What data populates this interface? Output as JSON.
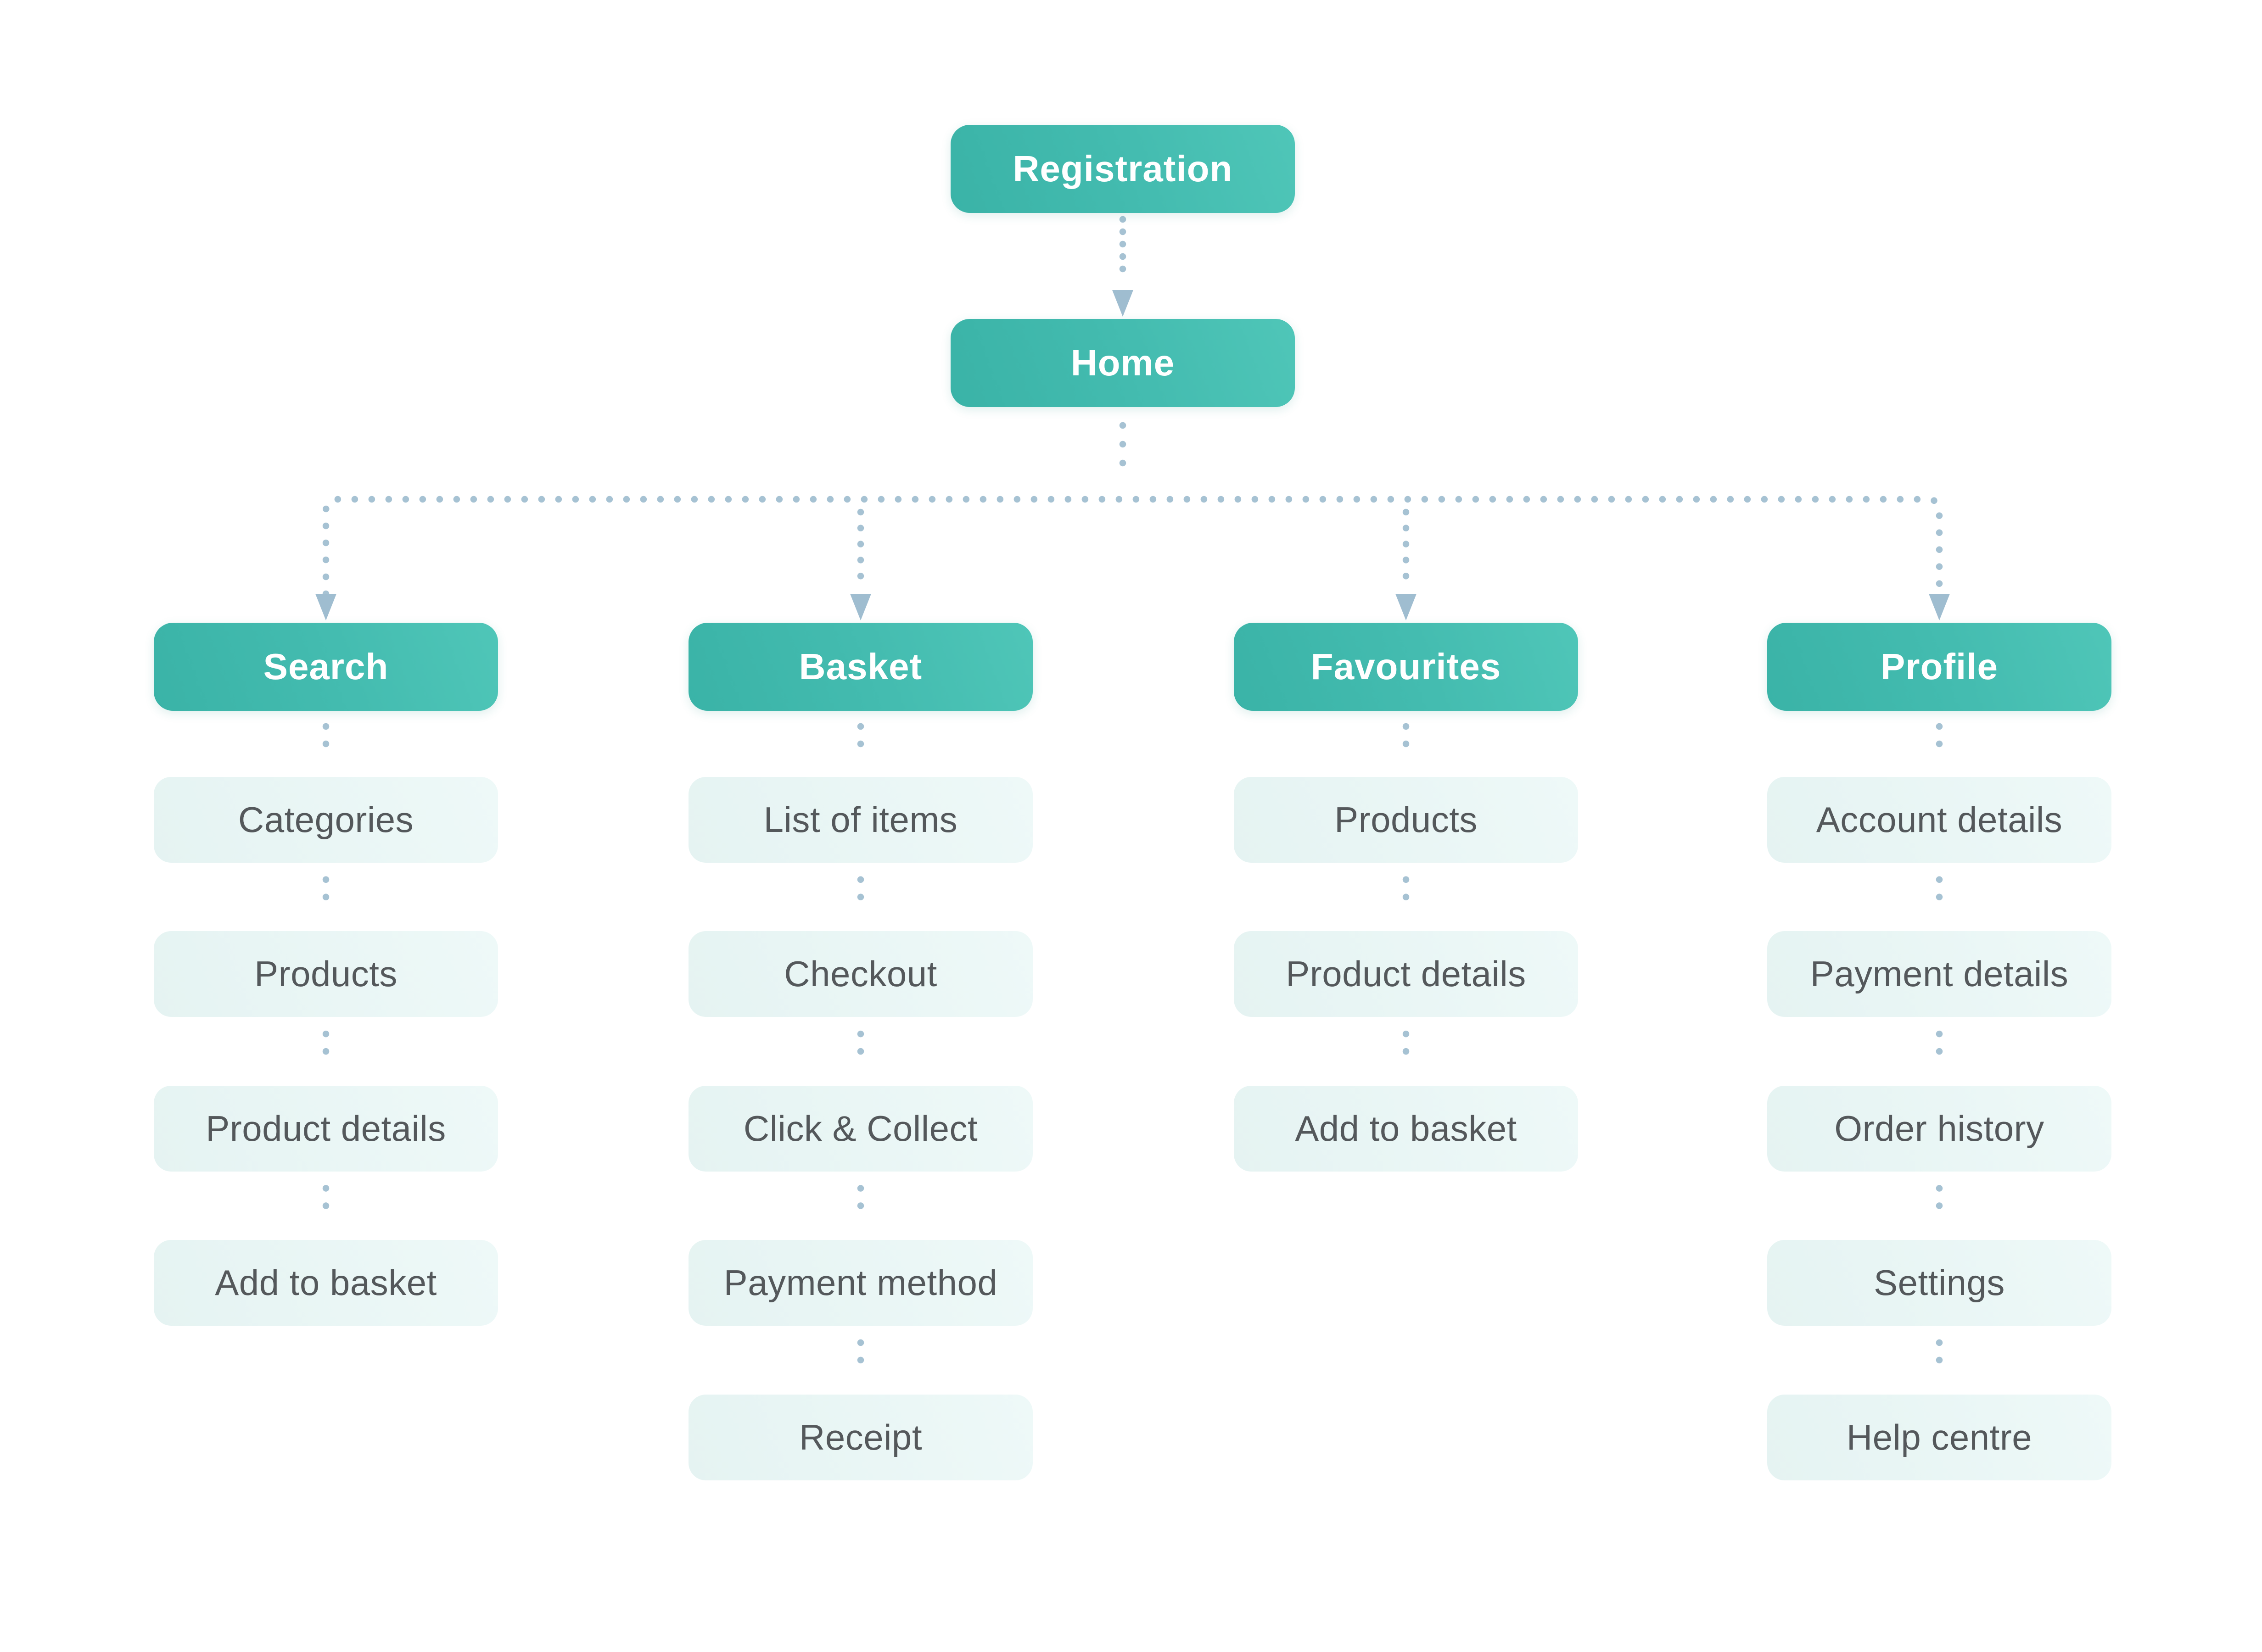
{
  "diagram": {
    "root": {
      "label": "Registration"
    },
    "home": {
      "label": "Home"
    },
    "columns": [
      {
        "label": "Search",
        "children": [
          "Categories",
          "Products",
          "Product details",
          "Add to basket"
        ]
      },
      {
        "label": "Basket",
        "children": [
          "List of items",
          "Checkout",
          "Click & Collect",
          "Payment method",
          "Receipt"
        ]
      },
      {
        "label": "Favourites",
        "children": [
          "Products",
          "Product details",
          "Add to basket"
        ]
      },
      {
        "label": "Profile",
        "children": [
          "Account details",
          "Payment details",
          "Order history",
          "Settings",
          "Help centre"
        ]
      }
    ]
  },
  "palette": {
    "teal_start": "#3ab3a7",
    "teal_mid": "#44bcb0",
    "teal_end": "#4fc6b8",
    "teal_text": "#ffffff",
    "child_bg_start": "#e5f3f2",
    "child_bg_end": "#eef9f8",
    "child_text": "#54585b",
    "connector": "#a6c2d3",
    "arrow": "#9fbdd0",
    "background": "#ffffff"
  }
}
